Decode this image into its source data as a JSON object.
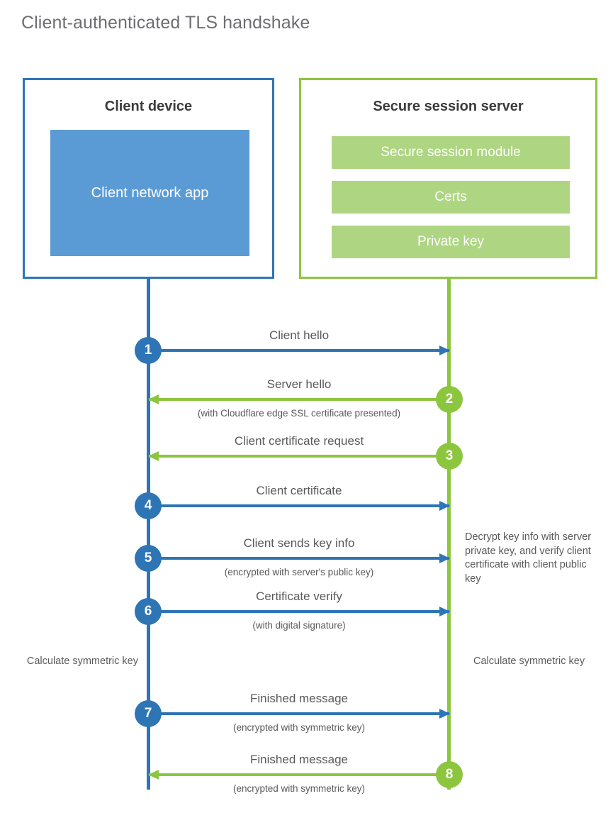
{
  "title": "Client-authenticated TLS handshake",
  "actors": {
    "client": {
      "title": "Client device",
      "app_label": "Client network app"
    },
    "server": {
      "title": "Secure session server",
      "blocks": [
        "Secure session module",
        "Certs",
        "Private key"
      ]
    }
  },
  "messages": [
    {
      "step": "1",
      "label": "Client hello",
      "sublabel": "",
      "direction": "right",
      "color": "blue"
    },
    {
      "step": "2",
      "label": "Server hello",
      "sublabel": "(with Cloudflare edge SSL certificate presented)",
      "direction": "left",
      "color": "green"
    },
    {
      "step": "3",
      "label": "Client certificate request",
      "sublabel": "",
      "direction": "left",
      "color": "green"
    },
    {
      "step": "4",
      "label": "Client certificate",
      "sublabel": "",
      "direction": "right",
      "color": "blue"
    },
    {
      "step": "5",
      "label": "Client sends key info",
      "sublabel": "(encrypted with server's public key)",
      "direction": "right",
      "color": "blue"
    },
    {
      "step": "6",
      "label": "Certificate verify",
      "sublabel": "(with digital signature)",
      "direction": "right",
      "color": "blue"
    },
    {
      "step": "7",
      "label": "Finished message",
      "sublabel": "(encrypted with symmetric key)",
      "direction": "right",
      "color": "blue"
    },
    {
      "step": "8",
      "label": "Finished message",
      "sublabel": "(encrypted with symmetric key)",
      "direction": "left",
      "color": "green"
    }
  ],
  "annotations": {
    "decrypt_note": "Decrypt key info with server private key, and verify client certificate with client public key",
    "client_calculate": "Calculate symmetric key",
    "server_calculate": "Calculate symmetric key"
  },
  "colors": {
    "blue_dark": "#2e75b6",
    "blue_light": "#5b9bd5",
    "green": "#8cc63f",
    "green_light": "#aed581",
    "text": "#58595b"
  }
}
